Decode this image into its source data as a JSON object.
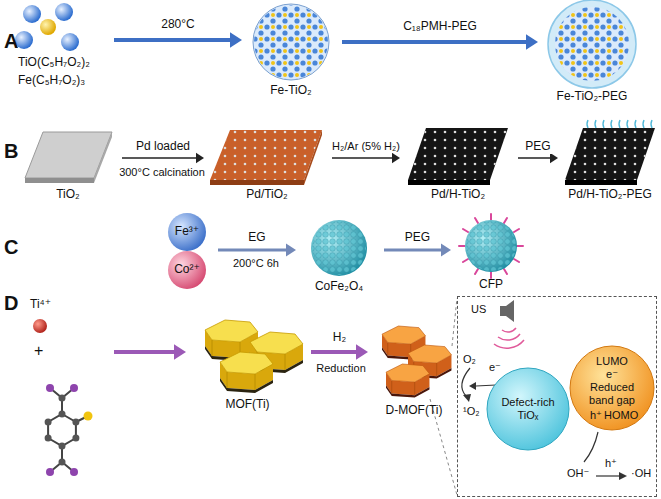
{
  "diagram": {
    "nodes": [
      {
        "text": [
          "TiO(C₅H₇O₂)₂",
          "Fe(C₅H₇O₂)₃"
        ]
      },
      {
        "text": [
          "Fe-TiO₂"
        ]
      },
      {
        "text": [
          "Fe-TiO₂-PEG"
        ]
      },
      {
        "text": [
          "TiO₂"
        ]
      },
      {
        "text": [
          "Pd/TiO₂"
        ]
      },
      {
        "text": [
          "Pd/H-TiO₂"
        ]
      },
      {
        "text": [
          "Pd/H-TiO₂-PEG"
        ]
      },
      {
        "text": [
          "Fe³⁺",
          "Co²⁺"
        ]
      },
      {
        "text": [
          "CoFe₂O₄"
        ]
      },
      {
        "text": [
          "CFP"
        ]
      },
      {
        "text": [
          "Ti⁴⁺",
          "+"
        ]
      },
      {
        "text": [
          "MOF(Ti)"
        ]
      },
      {
        "text": [
          "D-MOF(Ti)"
        ]
      },
      {
        "text": [
          "US",
          "O₂",
          "e⁻",
          "¹O₂",
          "OH⁻",
          "h⁺",
          "·OH"
        ]
      },
      {
        "text": [
          "Defect-rich TiOₓ"
        ],
        "in": 13
      },
      {
        "text": [
          "LUMO",
          "e⁻",
          "Reduced band gap",
          "h⁺",
          "HOMO"
        ],
        "in": 13
      }
    ],
    "edges": [
      {
        "from": 0,
        "to": 1,
        "arrow": "to",
        "label": "280°C"
      },
      {
        "from": 1,
        "to": 2,
        "arrow": "to",
        "label": "C₁₈PMH-PEG"
      },
      {
        "from": 3,
        "to": 4,
        "arrow": "to",
        "label": "Pd loaded"
      },
      {
        "from": 4,
        "to": 5,
        "arrow": "to",
        "label": "H₂/Ar (5% H₂)"
      },
      {
        "from": 5,
        "to": 6,
        "arrow": "to",
        "label": "PEG"
      },
      {
        "from": 7,
        "to": 8,
        "arrow": "to",
        "label": "EG"
      },
      {
        "from": 8,
        "to": 9,
        "arrow": "to",
        "label": "PEG"
      },
      {
        "from": 10,
        "to": 11,
        "arrow": "to"
      },
      {
        "from": 11,
        "to": 12,
        "arrow": "to",
        "label": "H₂"
      }
    ],
    "labels": [
      "A",
      "B",
      "C",
      "D",
      "300°C calcination",
      "200°C 6h",
      "Reduction"
    ]
  }
}
